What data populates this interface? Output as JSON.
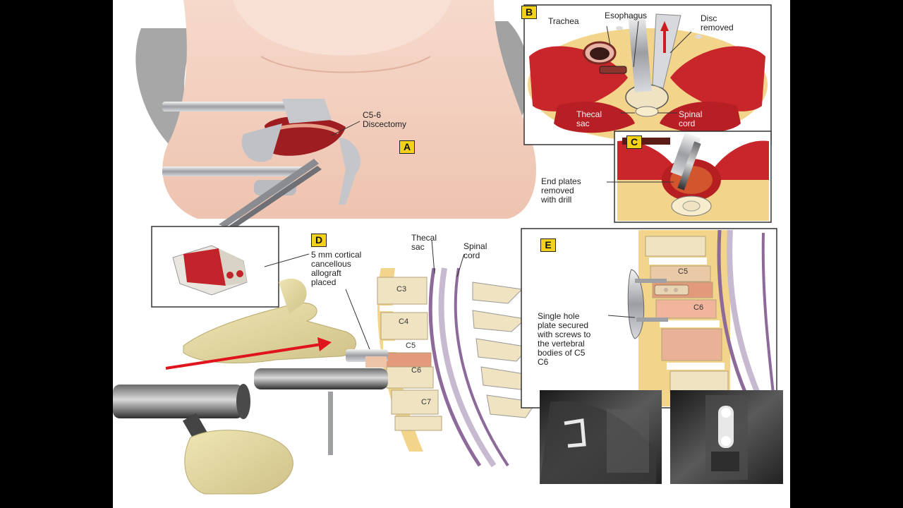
{
  "panels": {
    "a": {
      "badge": "A",
      "label": "C5-6\nDiscectomy"
    },
    "b": {
      "badge": "B",
      "trachea": "Trachea",
      "esophagus": "Esophagus",
      "disc_removed": "Disc\nremoved",
      "thecal_sac": "Thecal\nsac",
      "spinal_cord": "Spinal\ncord"
    },
    "c": {
      "badge": "C",
      "end_plates": "End plates\nremoved\nwith drill"
    },
    "d": {
      "badge": "D",
      "graft": "5 mm cortical\ncancellous\nallograft\nplaced",
      "thecal_sac": "Thecal\nsac",
      "spinal_cord": "Spinal\ncord",
      "vertebrae": [
        "C3",
        "C4",
        "C5",
        "C6",
        "C7"
      ]
    },
    "e": {
      "badge": "E",
      "plate": "Single hole\nplate secured\nwith screws to\nthe vertebral\nbodies of C5\nC6",
      "vertebrae": [
        "C5",
        "C6"
      ]
    }
  },
  "colors": {
    "muscle": "#c8262a",
    "fat": "#f2d48a",
    "skin": "#f0c9b6",
    "bone": "#efe3c2",
    "badge": "#f5d21a",
    "arrow": "#e0141c"
  }
}
